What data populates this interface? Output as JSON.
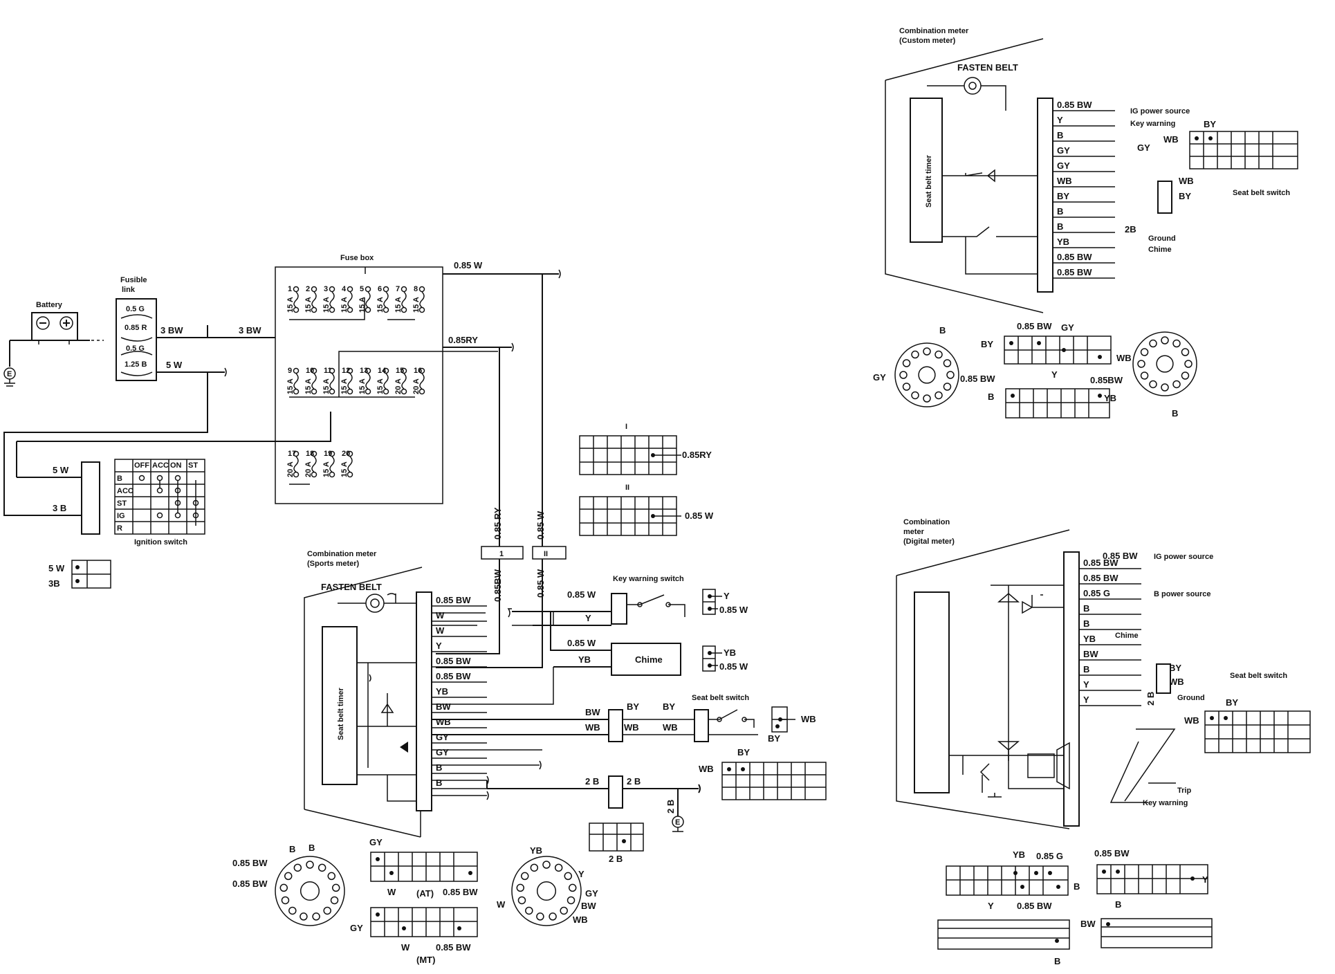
{
  "battery": {
    "title": "Battery"
  },
  "fusible_link": {
    "title_1": "Fusible",
    "title_2": "link",
    "items": [
      "0.5 G",
      "0.85 R",
      "0.5 G",
      "1.25 B"
    ]
  },
  "fuse_box": {
    "title": "Fuse box",
    "row1_nums": [
      "1",
      "2",
      "3",
      "4",
      "5",
      "6",
      "7",
      "8"
    ],
    "row1_amps": [
      "15 A",
      "15 A",
      "15 A",
      "15 A",
      "15 A",
      "15 A",
      "15 A",
      "15 A"
    ],
    "row2_nums": [
      "9",
      "10",
      "11",
      "12",
      "13",
      "14",
      "15",
      "16"
    ],
    "row2_amps": [
      "15 A",
      "15 A",
      "15 A",
      "15 A",
      "15 A",
      "15 A",
      "20 A",
      "20 A"
    ],
    "row3_nums": [
      "17",
      "18",
      "19",
      "20"
    ],
    "row3_amps": [
      "20 A",
      "20 A",
      "15 A",
      "15 A"
    ]
  },
  "ignition": {
    "title": "Ignition switch",
    "cols": [
      "OFF",
      "ACC",
      "ON",
      "ST"
    ],
    "rows": [
      "B",
      "ACC",
      "ST",
      "IG",
      "R"
    ]
  },
  "wires_left": {
    "w1": "3 BW",
    "w2": "3 BW",
    "w3": "5 W",
    "w4": "5 W",
    "w5": "3 B",
    "w6": "0.85 W",
    "w7": "0.85RY",
    "c1": "5 W",
    "c2": "3B"
  },
  "connectors": {
    "I": "I",
    "II": "II",
    "i_wire": "0.85RY",
    "ii_wire": "0.85 W",
    "v1": "0.85 RY",
    "v2": "0.85 W",
    "v3": "0.85BW",
    "v4": "0.85 W"
  },
  "sports_meter": {
    "title_1": "Combination meter",
    "title_2": "(Sports meter)",
    "fasten": "FASTEN BELT",
    "timer": "Seat belt timer",
    "wires": [
      "0.85 BW",
      "W",
      "W",
      "Y",
      "0.85 BW",
      "0.85 BW",
      "YB",
      "BW",
      "WB",
      "GY",
      "GY",
      "B",
      "B"
    ]
  },
  "key_warning": {
    "title": "Key warning switch",
    "w1": "0.85 W",
    "w2": "Y",
    "c1": "Y",
    "c2": "0.85 W"
  },
  "chime": {
    "title": "Chime",
    "w1": "0.85 W",
    "w2": "YB",
    "c1": "YB",
    "c2": "0.85 W"
  },
  "seat_belt_left": {
    "title": "Seat belt switch",
    "w": [
      "BW",
      "BY",
      "BY",
      "WB",
      "WB",
      "WB"
    ],
    "c1": "WB",
    "c2": "BY"
  },
  "ground_left": {
    "w1": "2 B",
    "w2": "2 B",
    "w3": "2 B",
    "conn": "2 B"
  },
  "bottom_left_conn": {
    "wb": "WB",
    "by": "BY"
  },
  "round_conn_left": {
    "a": "0.85 BW",
    "b": "0.85 BW",
    "c": "B",
    "d": "B"
  },
  "rect_conn_at": {
    "gy": "GY",
    "w": "W",
    "at": "(AT)",
    "bw": "0.85 BW"
  },
  "rect_conn_mt": {
    "gy": "GY",
    "w": "W",
    "bw": "0.85 BW",
    "mt": "(MT)"
  },
  "round_conn_right": {
    "yb": "YB",
    "y": "Y",
    "gy": "GY",
    "w": "W",
    "bw": "BW",
    "wb": "WB"
  },
  "custom_meter": {
    "title_1": "Combination meter",
    "title_2": "(Custom meter)",
    "fasten": "FASTEN BELT",
    "timer": "Seat belt timer",
    "wires": [
      "0.85 BW",
      "Y",
      "B",
      "GY",
      "GY",
      "WB",
      "BY",
      "B",
      "B",
      "YB",
      "0.85 BW",
      "0.85 BW"
    ],
    "ig": "IG power source",
    "key": "Key warning",
    "gy": "GY",
    "wb": "WB",
    "by": "BY",
    "switch": "Seat belt switch",
    "gnd_wire": "2B",
    "ground": "Ground",
    "chime": "Chime",
    "conn_wb": "WB",
    "conn_by": "BY"
  },
  "custom_conns": {
    "b1": "B",
    "gy": "GY",
    "bw1": "0.85 BW",
    "by": "BY",
    "bw2": "0.85 BW",
    "gy2": "GY",
    "wb": "WB",
    "y": "Y",
    "bw3": "0.85BW",
    "b2": "B",
    "yb": "YB",
    "b3": "B"
  },
  "digital_meter": {
    "title_1": "Combination",
    "title_2": "meter",
    "title_3": "(Digital meter)",
    "wires": [
      "0.85 BW",
      "0.85 BW",
      "0.85 G",
      "B",
      "B",
      "YB",
      "BW",
      "B",
      "Y",
      "Y"
    ],
    "bw": "0.85 BW",
    "ig": "IG power source",
    "b": "B power source",
    "chime": "Chime",
    "by": "BY",
    "wb": "WB",
    "switch": "Seat belt switch",
    "gnd_wire": "2 B",
    "ground": "Ground",
    "trip": "Trip",
    "key": "Key warning",
    "conn_wb": "WB",
    "conn_by": "BY"
  },
  "digital_conns": {
    "yb": "YB",
    "g": "0.85 G",
    "b1": "B",
    "y1": "Y",
    "bw1": "0.85 BW",
    "bw2": "0.85 BW",
    "y2": "Y",
    "b2": "B",
    "bw3": "BW",
    "b3": "B"
  }
}
